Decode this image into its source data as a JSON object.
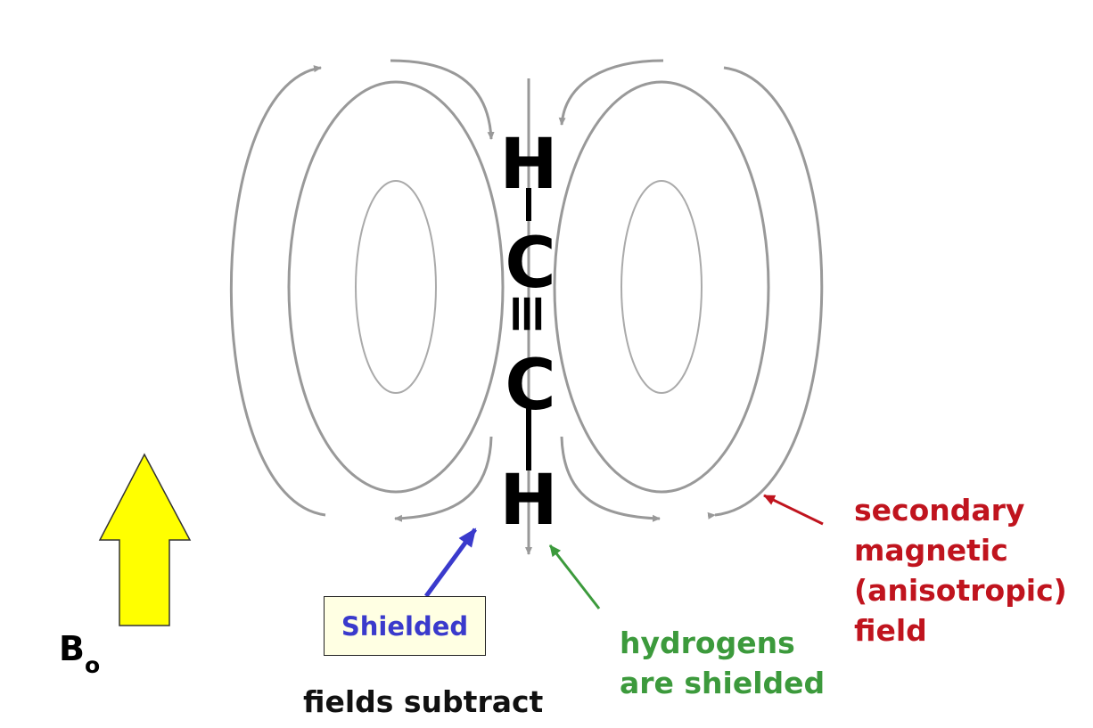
{
  "molecule": {
    "atoms": [
      "H",
      "C",
      "C",
      "H"
    ],
    "bond": "≡"
  },
  "labels": {
    "secondary_field": [
      "secondary",
      "magnetic",
      "(anisotropic)",
      "field"
    ],
    "hydrogens": [
      "hydrogens",
      "are shielded"
    ],
    "shielded_box": "Shielded",
    "fields_subtract": "fields subtract",
    "bo_main": "B",
    "bo_sub": "o"
  },
  "colors": {
    "field_lines": "#999999",
    "secondary_label": "#c0141e",
    "hydrogens_label": "#3c9a3c",
    "shielded_text": "#3a3acc",
    "shielded_box_fill": "#ffffe3",
    "bo_arrow": "#ffff00"
  }
}
